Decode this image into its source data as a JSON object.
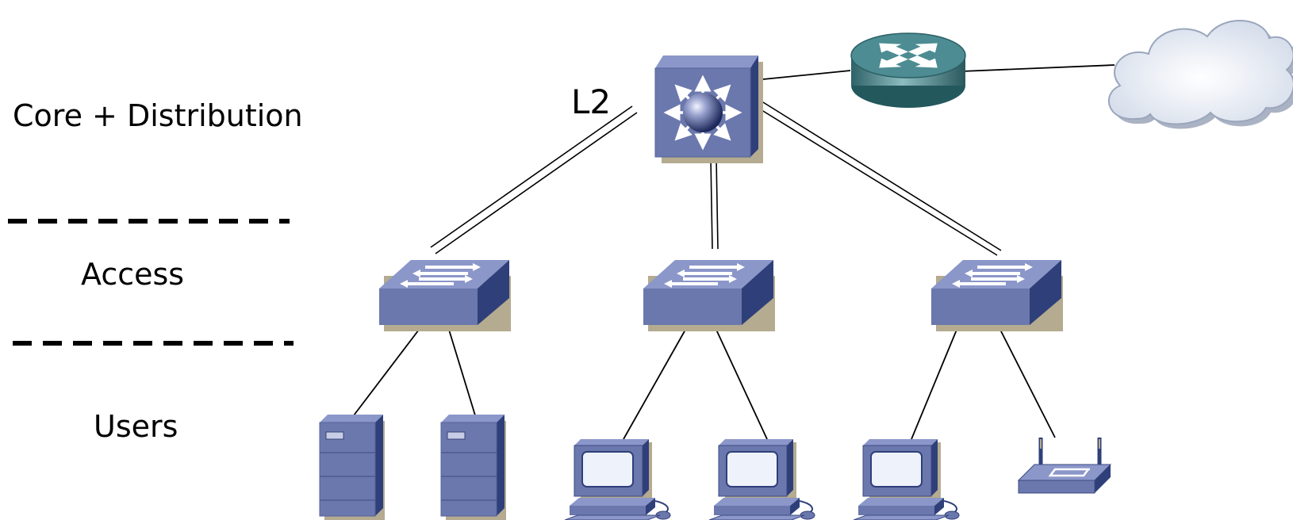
{
  "layers": {
    "core": "Core + Distribution",
    "access": "Access",
    "users": "Users"
  },
  "core_switch_label": "L2",
  "icons": {
    "core_switch": "layer3-switch-icon",
    "router": "router-icon",
    "cloud": "cloud-icon",
    "access_switch": "workgroup-switch-icon",
    "server": "server-tower-icon",
    "pc": "desktop-pc-icon",
    "access_point": "wireless-access-point-icon"
  },
  "colors": {
    "device_front": "#6b78ad",
    "device_top": "#8b96c9",
    "device_side": "#2f3f7a",
    "device_shadow": "#b4ab90",
    "router": "#3f7b80",
    "cloud": "#eef2f8"
  }
}
